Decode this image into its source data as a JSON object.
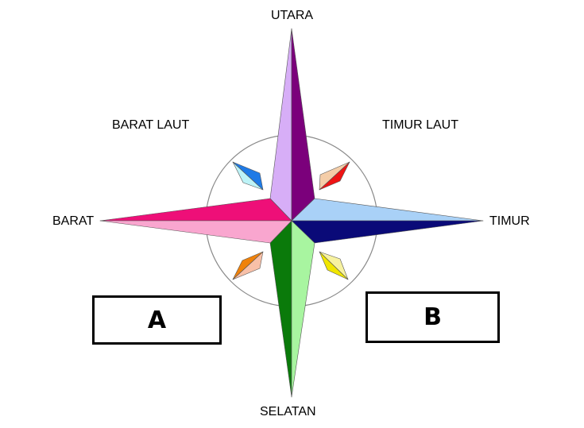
{
  "labels": {
    "north": "UTARA",
    "south": "SELATAN",
    "east": "TIMUR",
    "west": "BARAT",
    "northeast": "TIMUR LAUT",
    "northwest": "BARAT LAUT"
  },
  "boxes": {
    "a": "A",
    "b": "B"
  },
  "colors": {
    "north_light": "#d7aef7",
    "north_dark": "#7b007b",
    "east_light": "#a9d1f7",
    "east_dark": "#0a0a78",
    "south_dark": "#0a7a0a",
    "south_light": "#a8f5a0",
    "west_dark": "#ee0f78",
    "west_light": "#f9a6cf",
    "ne_light": "#f4cda8",
    "ne_dark": "#ee1414",
    "se_light": "#f7f2a0",
    "se_dark": "#f0e600",
    "sw_light": "#f8c0a8",
    "sw_dark": "#f0820a",
    "nw_light": "#bdf3f7",
    "nw_dark": "#1e7ae6",
    "circle": "#8a8a8a"
  }
}
